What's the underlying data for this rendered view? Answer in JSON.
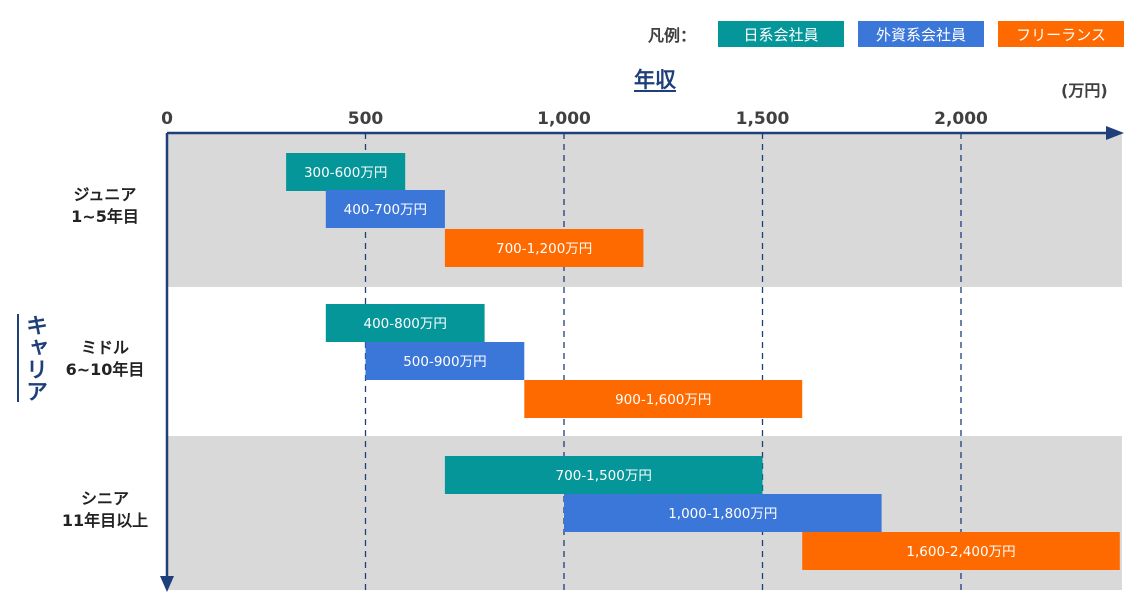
{
  "legend": {
    "title": "凡例：",
    "items": [
      {
        "label": "日系会社員",
        "color": "#05969a"
      },
      {
        "label": "外資系会社員",
        "color": "#3b76d9"
      },
      {
        "label": "フリーランス",
        "color": "#ff6a00"
      }
    ]
  },
  "chart_data": {
    "type": "bar",
    "orientation": "horizontal-range",
    "title": "",
    "xlabel": "年収",
    "ylabel": "キャリア",
    "unit": "(万円)",
    "xlim": [
      0,
      2400
    ],
    "xticks": [
      {
        "value": 0,
        "label": "0"
      },
      {
        "value": 500,
        "label": "500"
      },
      {
        "value": 1000,
        "label": "1,000"
      },
      {
        "value": 1500,
        "label": "1,500"
      },
      {
        "value": 2000,
        "label": "2,000"
      }
    ],
    "grid": "vertical-dashed",
    "categories": [
      {
        "line1": "ジュニア",
        "line2": "1~5年目"
      },
      {
        "line1": "ミドル",
        "line2": "6~10年目"
      },
      {
        "line1": "シニア",
        "line2": "11年目以上"
      }
    ],
    "series": [
      {
        "name": "日系会社員",
        "color": "#05969a",
        "ranges": [
          [
            300,
            600
          ],
          [
            400,
            800
          ],
          [
            700,
            1500
          ]
        ],
        "labels": [
          "300-600万円",
          "400-800万円",
          "700-1,500万円"
        ]
      },
      {
        "name": "外資系会社員",
        "color": "#3b76d9",
        "ranges": [
          [
            400,
            700
          ],
          [
            500,
            900
          ],
          [
            1000,
            1800
          ]
        ],
        "labels": [
          "400-700万円",
          "500-900万円",
          "1,000-1,800万円"
        ]
      },
      {
        "name": "フリーランス",
        "color": "#ff6a00",
        "ranges": [
          [
            700,
            1200
          ],
          [
            900,
            1600
          ],
          [
            1600,
            2400
          ]
        ],
        "labels": [
          "700-1,200万円",
          "900-1,600万円",
          "1,600-2,400万円"
        ]
      }
    ]
  }
}
